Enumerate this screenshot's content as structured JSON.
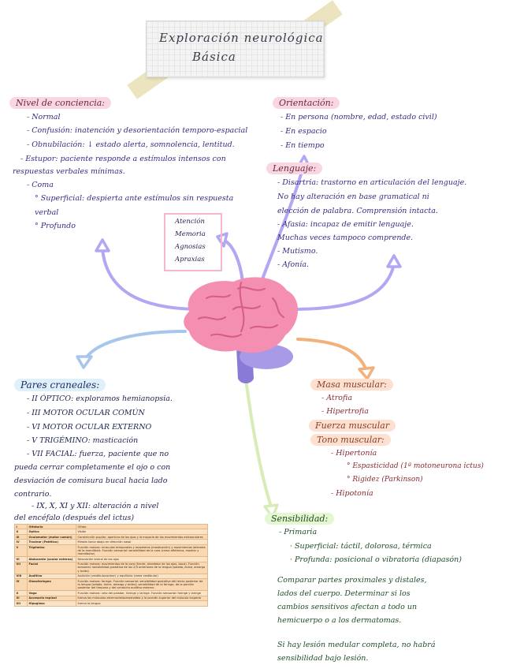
{
  "title": {
    "line1": "Exploración neurológica",
    "line2": "Básica"
  },
  "consciencia": {
    "heading": "Nivel de conciencia:",
    "lines": [
      "- Normal",
      "- Confusión: inatención y desorientación temporo-espacial",
      "- Obnubilación: ↓ estado alerta, somnolencia, lentitud.",
      "- Estupor: paciente responde a estímulos intensos con",
      "respuestas verbales mínimas.",
      "- Coma",
      "° Superficial: despierta ante estímulos sin respuesta",
      "verbal",
      "° Profundo"
    ]
  },
  "orientacion": {
    "heading": "Orientación:",
    "lines": [
      "- En persona (nombre, edad, estado civil)",
      "- En espacio",
      "- En tiempo"
    ]
  },
  "lenguaje": {
    "heading": "Lenguaje:",
    "lines": [
      "- Disartria: trastorno en articulación del lenguaje.",
      "No hay alteración en base gramatical ni",
      "elección de palabra. Comprensión intacta.",
      "- Afasia: incapaz de emitir lenguaje.",
      "Muchas veces tampoco comprende.",
      "- Mutismo.",
      "- Afonía."
    ]
  },
  "box": {
    "items": [
      "Atención",
      "Memoria",
      "Agnosias",
      "Apraxias"
    ]
  },
  "pares": {
    "heading": "Pares craneales:",
    "lines": [
      "- II ÓPTICO: exploramos hemianopsia.",
      "- III MOTOR OCULAR COMÚN",
      "- VI MOTOR OCULAR EXTERNO",
      "- V TRIGÉMINO: masticación",
      "- VII FACIAL: fuerza, paciente que no",
      "pueda cerrar completamente el ojo o con",
      "desviación de comisura bucal hacia lado",
      "contrario.",
      "- IX, X, XI y XII: alteración a nivel",
      "del encéfalo (después del ictus)"
    ]
  },
  "tabla": {
    "rows": [
      [
        "I",
        "Olfatorio",
        "Olfato"
      ],
      [
        "II",
        "Óptico",
        "Visión"
      ],
      [
        "III",
        "Oculomotor (motor común)",
        "Constricción pupilar, apertura de los ojos y la mayoría de los movimientos extraoculares"
      ],
      [
        "IV",
        "Troclear (Patético)",
        "Mirada hacia abajo en dirección nasal"
      ],
      [
        "V",
        "Trigémino",
        "Función motora: músculos temporales y maseteros (masticación) y movimientos laterales de la mandíbula. Función sensorial: sensibilidad de la cara (rama oftálmica, maxilar y mandibular)"
      ],
      [
        "VI",
        "Abducente (ocular externo)",
        "Desviación lateral de los ojos"
      ],
      [
        "VII",
        "Facial",
        "Función motora: movimientos de la cara (frente, alrededor de los ojos, boca). Función sensorial: sensibilidad gustativa de los 2/3 anteriores de la lengua (salado, dulce, amargo y ácido)"
      ],
      [
        "VIII",
        "Auditivo",
        "Audición (vestibulococlear) y equilibrio (rama vestibular)"
      ],
      [
        "IX",
        "Glosofaríngeo",
        "Función motora: faringe. Función sensorial: sensibilidad gustativa del tercio posterior de la lengua (salado, dulce, amargo y ácido); sensibilidad de la faringe, de la porción posterior del tímpano y del conducto auditivo externo"
      ],
      [
        "X",
        "Vago",
        "Función motora: velo del paladar, faringe y laringe. Función sensorial: faringe y laringe"
      ],
      [
        "XI",
        "Accesorio espinal",
        "Inerva los músculos esternocleidomastoideo y la porción superior del músculo trapecio"
      ],
      [
        "XII",
        "Hipogloso",
        "Inerva la lengua"
      ]
    ]
  },
  "muscular": {
    "masa_heading": "Masa muscular:",
    "masa_lines": [
      "- Atrofia",
      "- Hipertrofia"
    ],
    "fuerza_heading": "Fuerza muscular",
    "tono_heading": "Tono muscular:",
    "tono_lines": [
      "- Hipertonía",
      "° Espasticidad (1ª motoneurona ictus)",
      "° Rigidez (Parkinson)",
      "- Hipotonía"
    ]
  },
  "sensibilidad": {
    "heading": "Sensibilidad:",
    "lines": [
      "- Primaria",
      "· Superficial: táctil, dolorosa, térmica",
      "· Profunda: posicional o vibratoria (diapasón)"
    ],
    "para1": [
      "Comparar partes proximales y distales,",
      "lados del cuerpo. Determinar si los",
      "cambios sensitivos afectan a todo un",
      "hemicuerpo o a los dermatomas."
    ],
    "para2": [
      "Si hay lesión medular completa, no habrá",
      "sensibilidad bajo lesión."
    ]
  },
  "colors": {
    "purple_arrow": "#b3a6f2",
    "blue_arrow": "#a8c6ea",
    "orange_arrow": "#f2b07a",
    "green_arrow": "#d8ecb8",
    "brain": "#f48fb1"
  }
}
